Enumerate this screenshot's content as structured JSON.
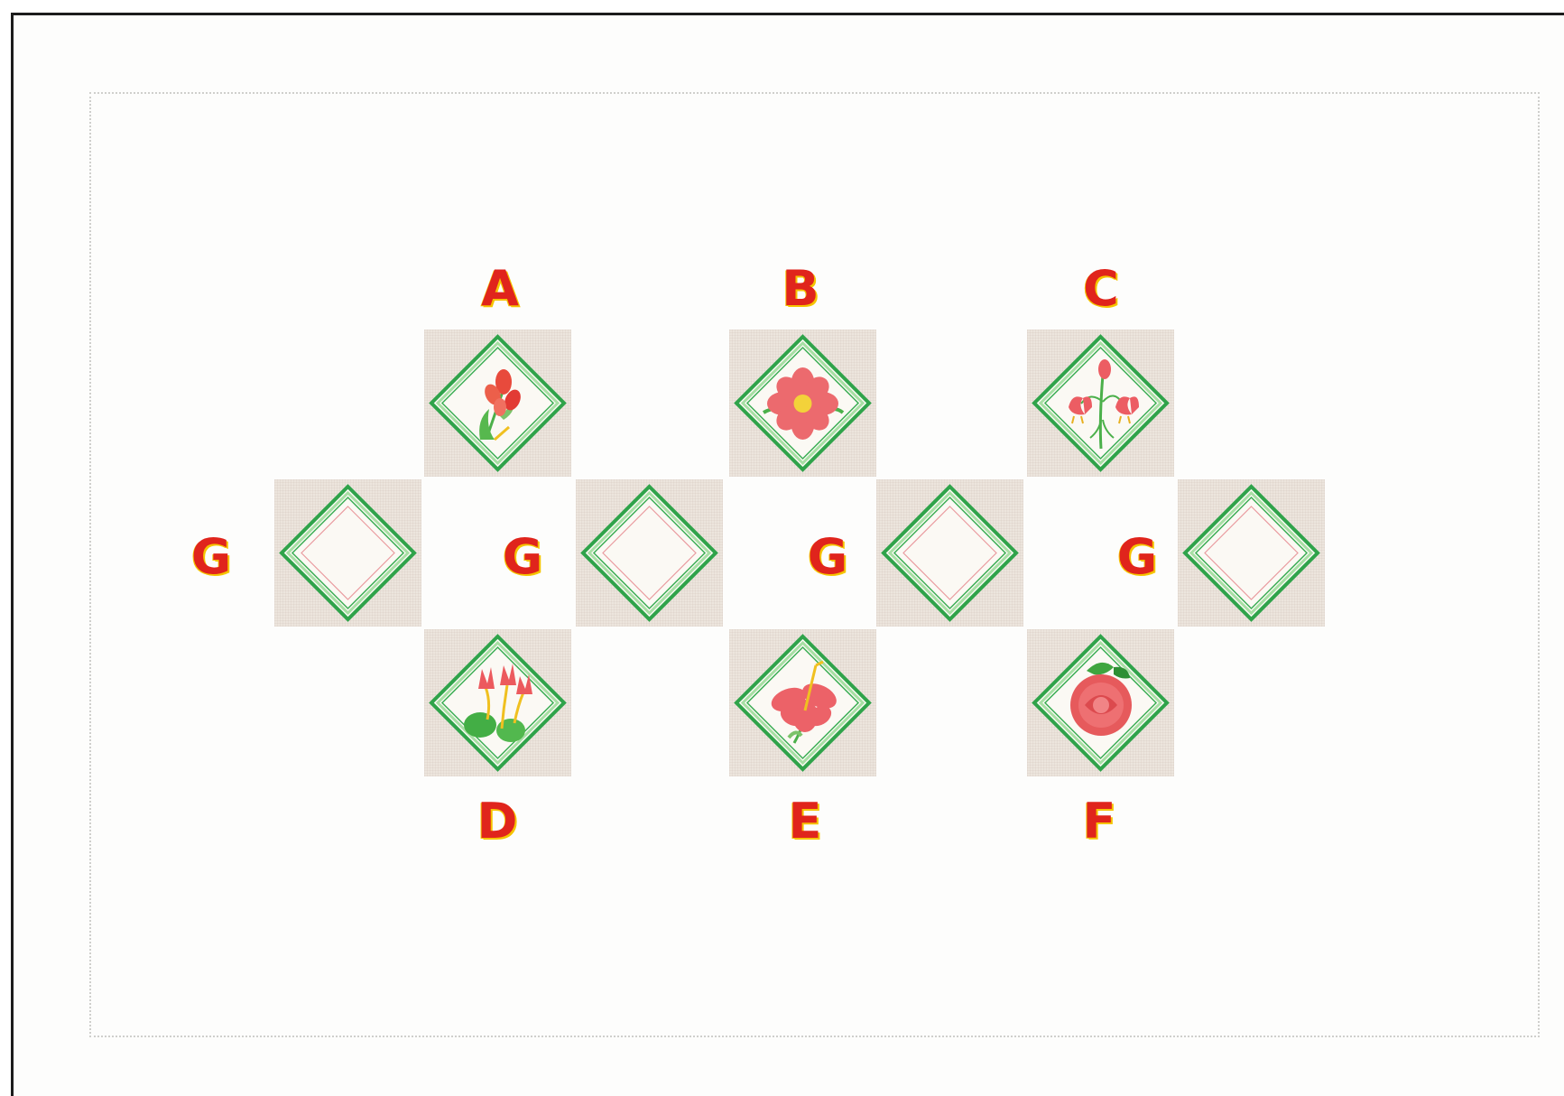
{
  "labels": {
    "a": "A",
    "b": "B",
    "c": "C",
    "d": "D",
    "e": "E",
    "f": "F",
    "g1": "G",
    "g2": "G",
    "g3": "G",
    "g4": "G"
  },
  "motifs": {
    "a": "gladiolus-motif",
    "b": "open-bloom-motif",
    "c": "tiger-lily-motif",
    "d": "cyclamen-motif",
    "e": "hibiscus-motif",
    "f": "rose-motif",
    "g": "plain-diamond-motif"
  },
  "colors": {
    "letter": "#e0241c",
    "letter_outline": "#f5c400",
    "frame_green": "#2fa34a",
    "frame_light_green": "#a7dfa4",
    "tile_linen": "#ece5dd",
    "flower_red": "#e8545a"
  }
}
